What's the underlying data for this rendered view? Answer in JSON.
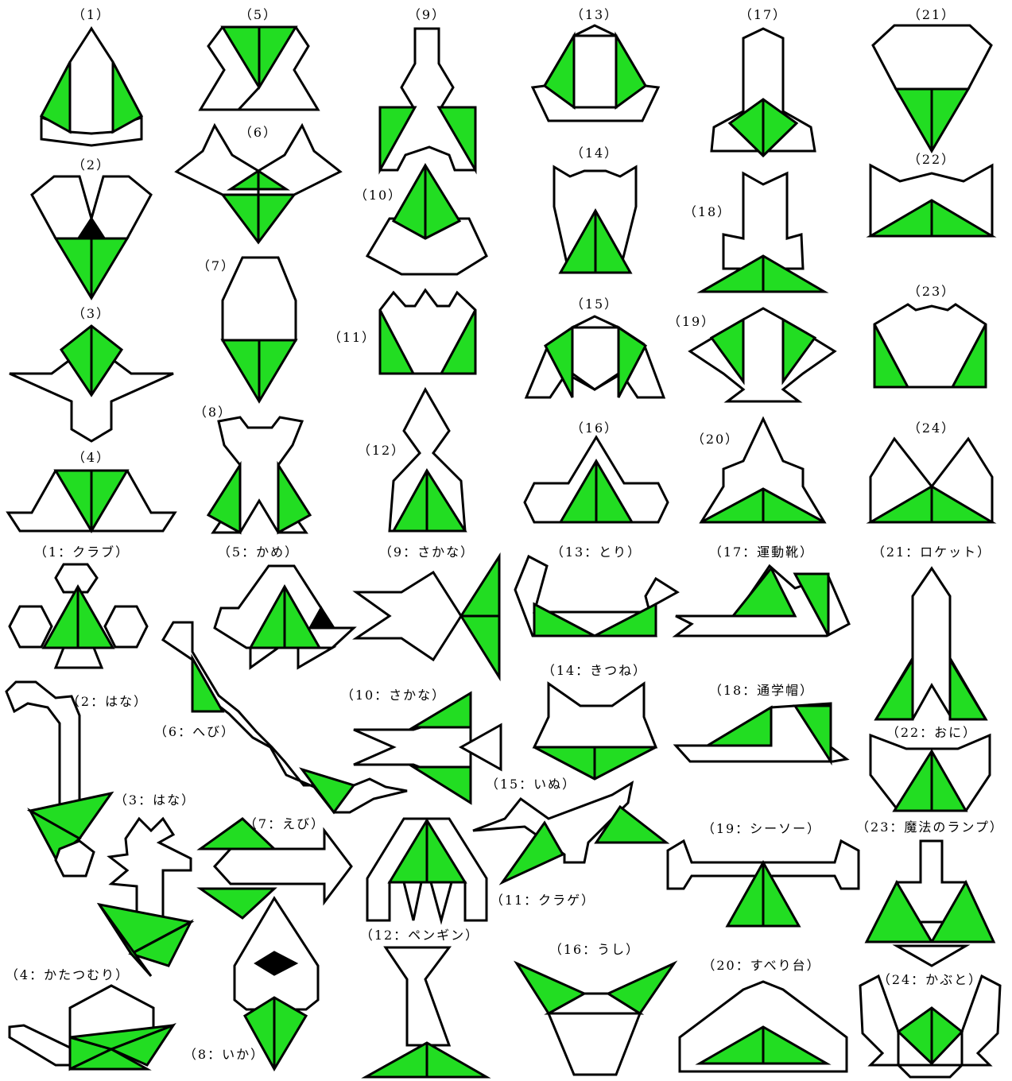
{
  "colors": {
    "green": "#22dd22",
    "outline": "#000000",
    "background": "#ffffff"
  },
  "top_labels": [
    "（1）",
    "（2）",
    "（3）",
    "（4）",
    "（5）",
    "（6）",
    "（7）",
    "（8）",
    "（9）",
    "（10）",
    "（11）",
    "（12）",
    "（13）",
    "（14）",
    "（15）",
    "（16）",
    "（17）",
    "（18）",
    "（19）",
    "（20）",
    "（21）",
    "（22）",
    "（23）",
    "（24）"
  ],
  "bottom_labels": [
    "（1：クラブ）",
    "（2：はな）",
    "（3：はな）",
    "（4：かたつむり）",
    "（5：かめ）",
    "（6：へび）",
    "（7：えび）",
    "（8：いか）",
    "（9：さかな）",
    "（10：さかな）",
    "（11：クラゲ）",
    "（12：ペンギン）",
    "（13：とり）",
    "（14：きつね）",
    "（15：いぬ）",
    "（16：うし）",
    "（17：運動靴）",
    "（18：通学帽）",
    "（19：シーソー）",
    "（20：すべり台）",
    "（21：ロケット）",
    "（22：おに）",
    "（23：魔法のランプ）",
    "（24：かぶと）"
  ]
}
